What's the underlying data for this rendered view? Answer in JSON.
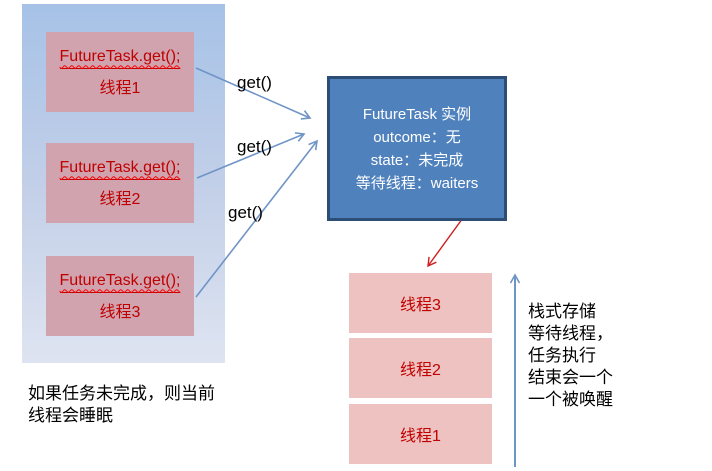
{
  "diagram": {
    "caller_boxes": [
      {
        "code": "FutureTask.get();",
        "label": "线程1"
      },
      {
        "code": "FutureTask.get();",
        "label": "线程2"
      },
      {
        "code": "FutureTask.get();",
        "label": "线程3"
      }
    ],
    "get_labels": [
      "get()",
      "get()",
      "get()"
    ],
    "future_task_box": {
      "lines": [
        "FutureTask 实例",
        "outcome：无",
        "state：未完成",
        "等待线程：waiters"
      ]
    },
    "stack_boxes": [
      "线程3",
      "线程2",
      "线程1"
    ],
    "side_note": [
      "栈式存储",
      "等待线程，",
      "任务执行",
      "结束会一个",
      "一个被唤醒"
    ],
    "bottom_note": [
      "如果任务未完成，则当前",
      "线程会睡眠"
    ],
    "colors": {
      "panel_gradient_top": "#a6c2e7",
      "panel_gradient_bottom": "#dee4f1",
      "caller_box_fill": "#d0a3ae",
      "stack_box_fill": "#edc2c1",
      "task_box_fill": "#4f81bd",
      "task_box_border": "#2c4d75",
      "red_text": "#c00000",
      "blue_arrow": "#6f94c6",
      "red_arrow": "#cc1f1f"
    }
  }
}
